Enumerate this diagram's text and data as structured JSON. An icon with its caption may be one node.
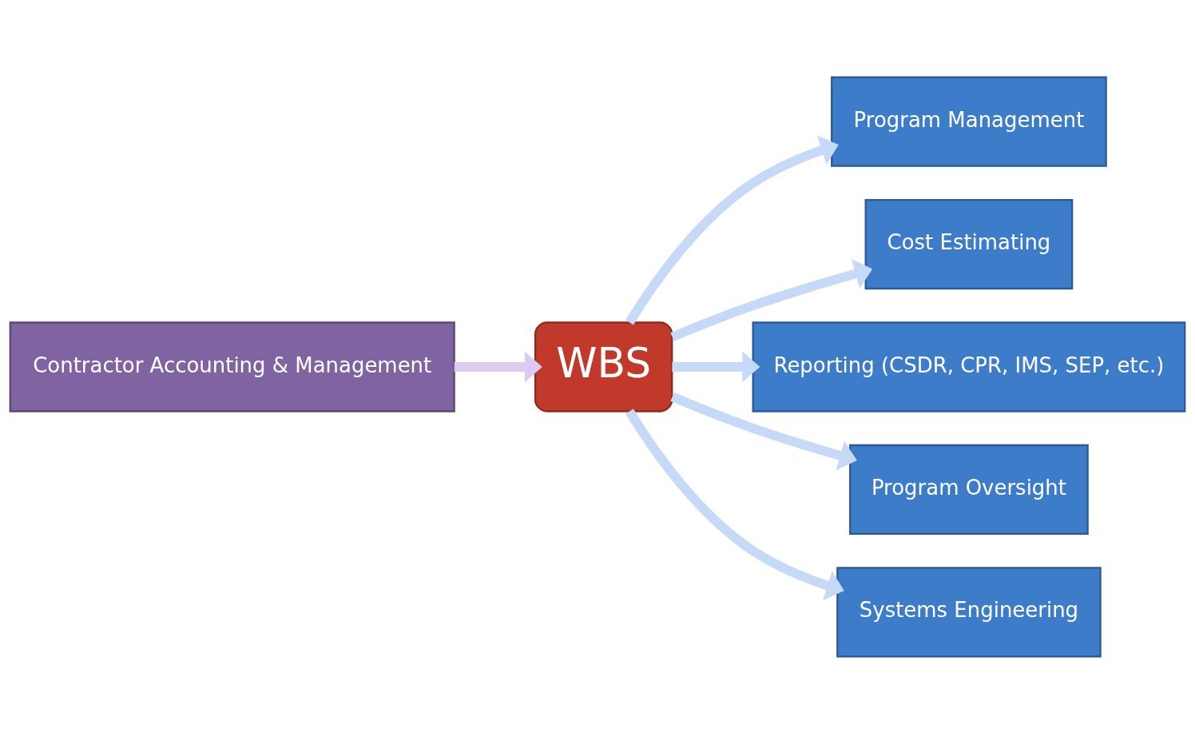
{
  "diagram": {
    "nodes": [
      {
        "text": [
          "Contractor Accounting & Management"
        ]
      },
      {
        "text": [
          "WBS"
        ]
      },
      {
        "text": [
          "Program Management"
        ]
      },
      {
        "text": [
          "Cost Estimating"
        ]
      },
      {
        "text": [
          "Reporting (CSDR, CPR, IMS, SEP, etc.)"
        ]
      },
      {
        "text": [
          "Program Oversight"
        ]
      },
      {
        "text": [
          "Systems Engineering"
        ]
      }
    ],
    "edges": [
      {
        "from": 0,
        "to": 1,
        "arrow": "to",
        "color": "#dccbf0"
      },
      {
        "from": 1,
        "to": 2,
        "arrow": "to"
      },
      {
        "from": 1,
        "to": 3,
        "arrow": "to"
      },
      {
        "from": 1,
        "to": 4,
        "arrow": "to"
      },
      {
        "from": 1,
        "to": 5,
        "arrow": "to"
      },
      {
        "from": 1,
        "to": 6,
        "arrow": "to"
      }
    ]
  }
}
